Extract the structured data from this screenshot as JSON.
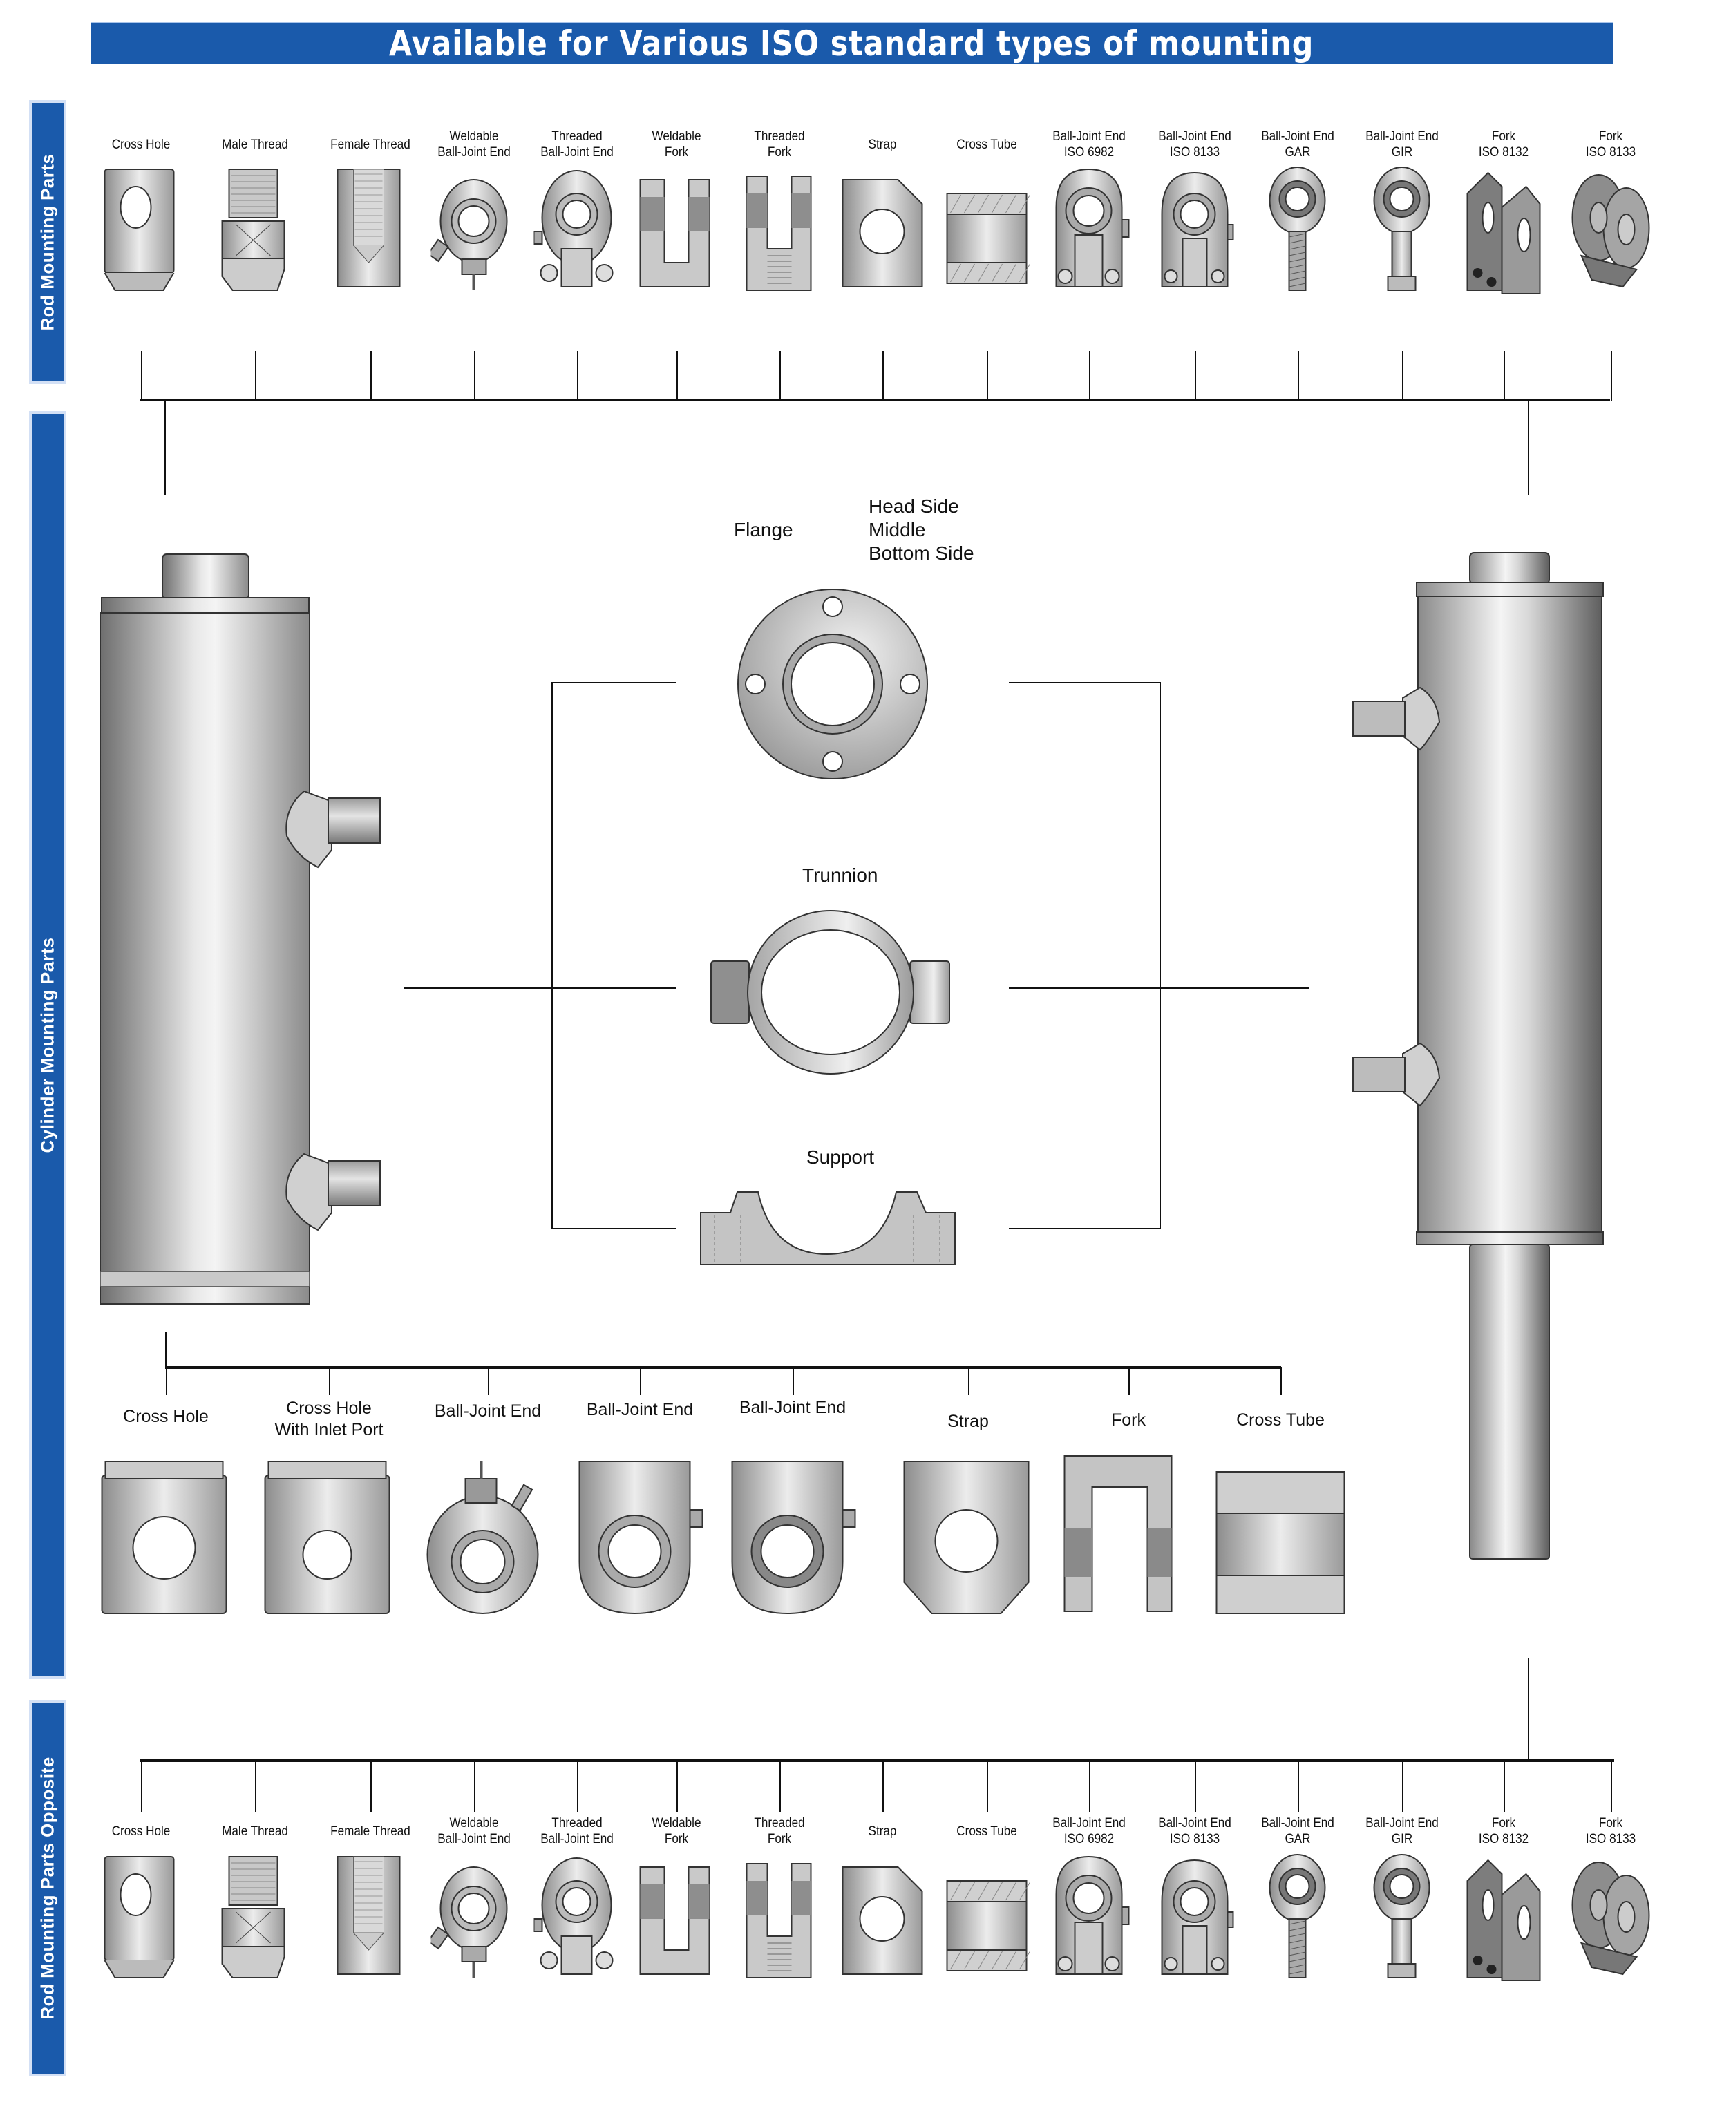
{
  "banner": {
    "title": "Available for Various ISO standard types of mounting"
  },
  "colors": {
    "accent_blue": "#1a5aab",
    "metal_light": "#e6e6e6",
    "metal_mid": "#b4b4b4",
    "metal_dark": "#7a7a7a"
  },
  "sections": {
    "rod_mounting": {
      "label": "Rod Mounting Parts"
    },
    "cylinder_mounting": {
      "label": "Cylinder Mounting Parts"
    },
    "rod_mounting_opposite": {
      "label": "Rod Mounting Parts Opposite"
    }
  },
  "rod_parts": [
    {
      "line1": "Cross Hole",
      "line2": "",
      "icon": "cross-hole-icon"
    },
    {
      "line1": "Male Thread",
      "line2": "",
      "icon": "male-thread-icon"
    },
    {
      "line1": "Female Thread",
      "line2": "",
      "icon": "female-thread-icon"
    },
    {
      "line1": "Weldable",
      "line2": "Ball-Joint End",
      "icon": "weldable-ball-joint-icon"
    },
    {
      "line1": "Threaded",
      "line2": "Ball-Joint End",
      "icon": "threaded-ball-joint-icon"
    },
    {
      "line1": "Weldable",
      "line2": "Fork",
      "icon": "weldable-fork-icon"
    },
    {
      "line1": "Threaded",
      "line2": "Fork",
      "icon": "threaded-fork-icon"
    },
    {
      "line1": "Strap",
      "line2": "",
      "icon": "strap-icon"
    },
    {
      "line1": "Cross Tube",
      "line2": "",
      "icon": "cross-tube-icon"
    },
    {
      "line1": "Ball-Joint End",
      "line2": "ISO 6982",
      "icon": "ball-joint-iso6982-icon"
    },
    {
      "line1": "Ball-Joint End",
      "line2": "ISO 8133",
      "icon": "ball-joint-iso8133-icon"
    },
    {
      "line1": "Ball-Joint End",
      "line2": "GAR",
      "icon": "ball-joint-gar-icon"
    },
    {
      "line1": "Ball-Joint End",
      "line2": "GIR",
      "icon": "ball-joint-gir-icon"
    },
    {
      "line1": "Fork",
      "line2": "ISO 8132",
      "icon": "fork-iso8132-icon"
    },
    {
      "line1": "Fork",
      "line2": "ISO 8133",
      "icon": "fork-iso8133-icon"
    }
  ],
  "center_mounts": {
    "flange": {
      "label": "Flange",
      "positions": [
        "Head Side",
        "Middle",
        "Bottom Side"
      ]
    },
    "trunnion": {
      "label": "Trunnion"
    },
    "support": {
      "label": "Support"
    }
  },
  "cylinder_parts": [
    {
      "line1": "Cross Hole",
      "line2": ""
    },
    {
      "line1": "Cross Hole",
      "line2": "With Inlet Port"
    },
    {
      "line1": "Ball-Joint End",
      "line2": ""
    },
    {
      "line1": "Ball-Joint End",
      "line2": ""
    },
    {
      "line1": "Ball-Joint End",
      "line2": ""
    },
    {
      "line1": "Strap",
      "line2": ""
    },
    {
      "line1": "Fork",
      "line2": ""
    },
    {
      "line1": "Cross Tube",
      "line2": ""
    }
  ]
}
